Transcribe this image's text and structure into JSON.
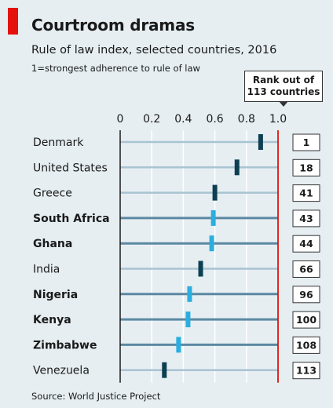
{
  "header": {
    "title": "Courtroom dramas",
    "subtitle": "Rule of law index, selected countries, 2016",
    "note": "1=strongest adherence to rule of law",
    "rank_header_line1": "Rank out of",
    "rank_header_line2": "113 countries"
  },
  "footer": {
    "source": "Source: World Justice Project"
  },
  "colors": {
    "marker_dark": "#0d3f52",
    "marker_highlight": "#2aaee0",
    "track_normal": "#a9c3d1",
    "track_highlight": "#5c88a1",
    "reference_line": "#e3120b"
  },
  "chart_data": {
    "type": "scatter",
    "title": "Courtroom dramas",
    "subtitle": "Rule of law index, selected countries, 2016",
    "xlim": [
      0,
      1.0
    ],
    "xticks": [
      "0",
      "0.2",
      "0.4",
      "0.6",
      "0.8",
      "1.0"
    ],
    "xtick_values": [
      0,
      0.2,
      0.4,
      0.6,
      0.8,
      1.0
    ],
    "grid": true,
    "categories": [
      "Denmark",
      "United States",
      "Greece",
      "South Africa",
      "Ghana",
      "India",
      "Nigeria",
      "Kenya",
      "Zimbabwe",
      "Venezuela"
    ],
    "values": [
      0.89,
      0.74,
      0.6,
      0.59,
      0.58,
      0.51,
      0.44,
      0.43,
      0.37,
      0.28
    ],
    "ranks": [
      "1",
      "18",
      "41",
      "43",
      "44",
      "66",
      "96",
      "100",
      "108",
      "113"
    ],
    "highlighted": [
      false,
      false,
      false,
      true,
      true,
      false,
      true,
      true,
      true,
      false
    ]
  }
}
